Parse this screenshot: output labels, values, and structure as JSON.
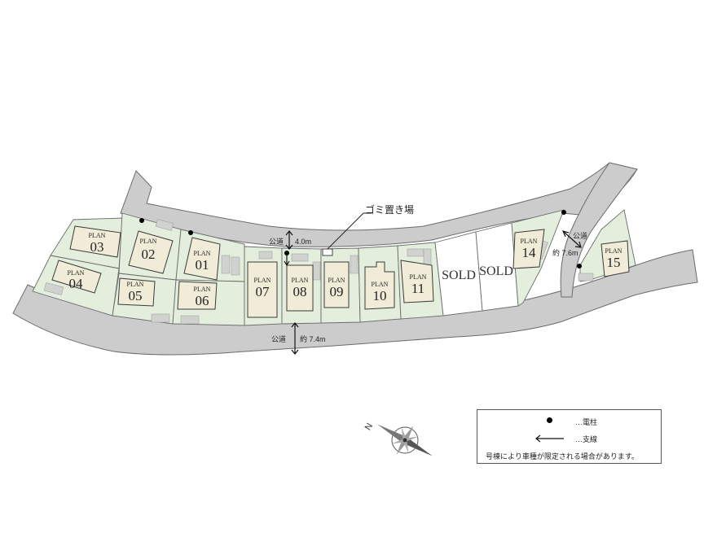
{
  "callouts": {
    "garbage": "ゴミ置き場",
    "road_top": "公道",
    "road_top_width": "4.0m",
    "road_bottom": "公道",
    "road_bottom_width": "約 7.4m",
    "road_right": "公道",
    "road_right_width": "約 7.6m"
  },
  "plots": [
    {
      "plan": "PLAN",
      "num": "01"
    },
    {
      "plan": "PLAN",
      "num": "02"
    },
    {
      "plan": "PLAN",
      "num": "03"
    },
    {
      "plan": "PLAN",
      "num": "04"
    },
    {
      "plan": "PLAN",
      "num": "05"
    },
    {
      "plan": "PLAN",
      "num": "06"
    },
    {
      "plan": "PLAN",
      "num": "07"
    },
    {
      "plan": "PLAN",
      "num": "08"
    },
    {
      "plan": "PLAN",
      "num": "09"
    },
    {
      "plan": "PLAN",
      "num": "10"
    },
    {
      "plan": "PLAN",
      "num": "11"
    },
    {
      "plan": "PLAN",
      "num": "14"
    },
    {
      "plan": "PLAN",
      "num": "15"
    }
  ],
  "sold_labels": [
    "SOLD",
    "SOLD"
  ],
  "compass": {
    "north": "N"
  },
  "legend": {
    "pole_label": "…電柱",
    "wire_label": "…支線",
    "note": "号棟により車種が限定される場合があります。"
  },
  "colors": {
    "road": "#cccccc",
    "lot": "#e3eedd",
    "house": "#f1ecd8",
    "outline": "#6b6b6b"
  }
}
